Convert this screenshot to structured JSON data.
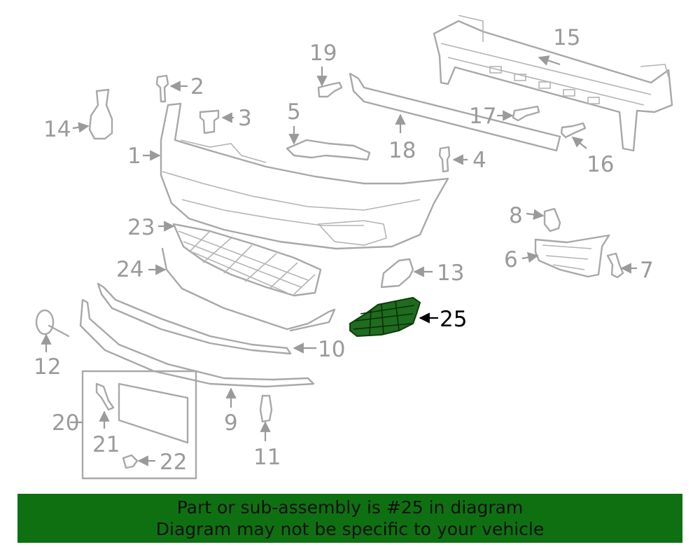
{
  "diagram": {
    "highlight_color": "#1f6b1f",
    "highlighted_part": "25",
    "callouts": [
      {
        "id": "c1",
        "label": "1"
      },
      {
        "id": "c2",
        "label": "2"
      },
      {
        "id": "c3",
        "label": "3"
      },
      {
        "id": "c4",
        "label": "4"
      },
      {
        "id": "c5",
        "label": "5"
      },
      {
        "id": "c6",
        "label": "6"
      },
      {
        "id": "c7",
        "label": "7"
      },
      {
        "id": "c8",
        "label": "8"
      },
      {
        "id": "c9",
        "label": "9"
      },
      {
        "id": "c10",
        "label": "10"
      },
      {
        "id": "c11",
        "label": "11"
      },
      {
        "id": "c12",
        "label": "12"
      },
      {
        "id": "c13",
        "label": "13"
      },
      {
        "id": "c14",
        "label": "14"
      },
      {
        "id": "c15",
        "label": "15"
      },
      {
        "id": "c16",
        "label": "16"
      },
      {
        "id": "c17",
        "label": "17"
      },
      {
        "id": "c18",
        "label": "18"
      },
      {
        "id": "c19",
        "label": "19"
      },
      {
        "id": "c20",
        "label": "20"
      },
      {
        "id": "c21",
        "label": "21"
      },
      {
        "id": "c22",
        "label": "22"
      },
      {
        "id": "c23",
        "label": "23"
      },
      {
        "id": "c24",
        "label": "24"
      },
      {
        "id": "c25",
        "label": "25"
      }
    ]
  },
  "banner": {
    "line1": "Part or sub-assembly is #25 in diagram",
    "line2": "Diagram may not be specific to your vehicle",
    "background": "#0f7012"
  }
}
